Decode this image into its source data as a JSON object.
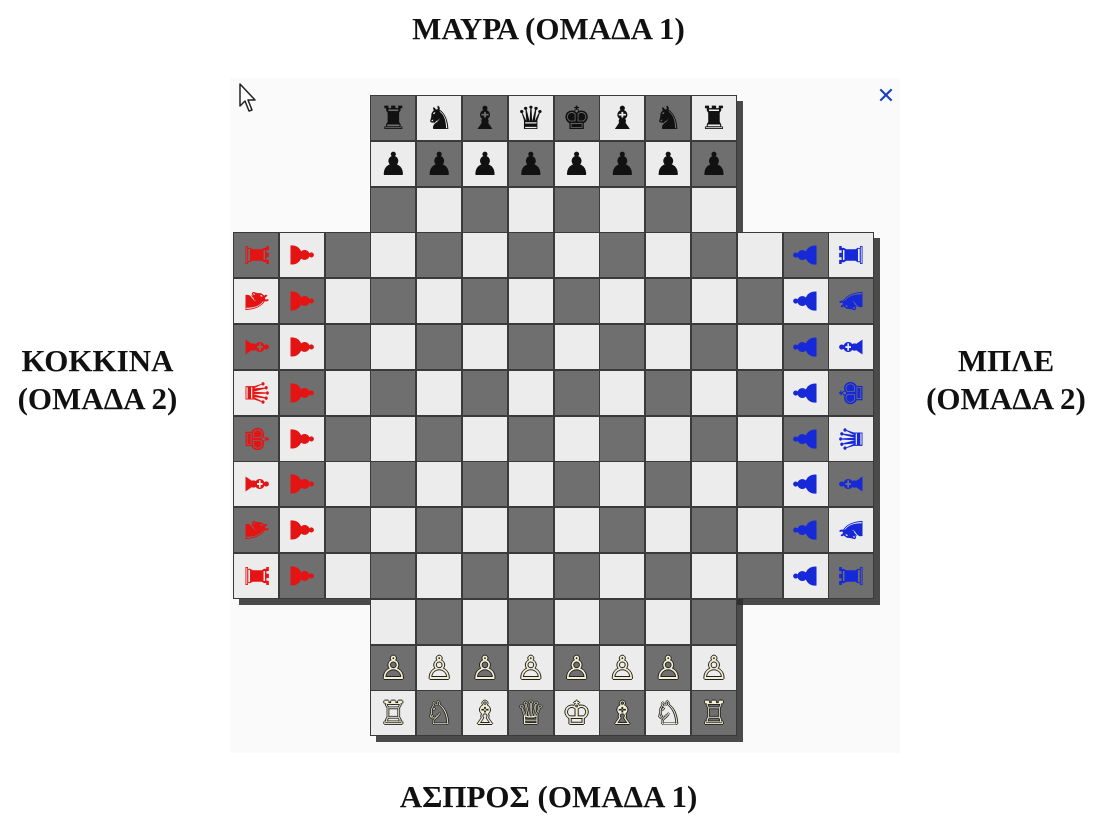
{
  "labels": {
    "top": "ΜΑΥΡΑ (ΟΜΑΔΑ 1)",
    "bottom": "ΑΣΠΡΟΣ (ΟΜΑΔΑ 1)",
    "left_line1": "ΚΟΚΚΙΝΑ",
    "left_line2": "(ΟΜΑΔΑ 2)",
    "right_line1": "ΜΠΛΕ",
    "right_line2": "(ΟΜΑΔΑ 2)"
  },
  "board": {
    "ranks": 14,
    "files": 14,
    "removed_corners": 3,
    "light_color": "#ececec",
    "dark_color": "#6f6f6f"
  },
  "pieces": {
    "black": {
      "color": "#111111",
      "back_rank": [
        "rook",
        "knight",
        "bishop",
        "queen",
        "king",
        "bishop",
        "knight",
        "rook"
      ],
      "pawn_rank": [
        "pawn",
        "pawn",
        "pawn",
        "pawn",
        "pawn",
        "pawn",
        "pawn",
        "pawn"
      ]
    },
    "white": {
      "color": "#f3efd0",
      "pawn_rank": [
        "pawn",
        "pawn",
        "pawn",
        "pawn",
        "pawn",
        "pawn",
        "pawn",
        "pawn"
      ],
      "back_rank": [
        "rook",
        "knight",
        "bishop",
        "queen",
        "king",
        "bishop",
        "knight",
        "rook"
      ]
    },
    "red": {
      "color": "#e41414",
      "back_file": [
        "rook",
        "knight",
        "bishop",
        "queen",
        "king",
        "bishop",
        "knight",
        "rook"
      ],
      "pawn_file": [
        "pawn",
        "pawn",
        "pawn",
        "pawn",
        "pawn",
        "pawn",
        "pawn",
        "pawn"
      ]
    },
    "blue": {
      "color": "#1728d8",
      "pawn_file": [
        "pawn",
        "pawn",
        "pawn",
        "pawn",
        "pawn",
        "pawn",
        "pawn",
        "pawn"
      ],
      "back_file": [
        "rook",
        "knight",
        "bishop",
        "king",
        "queen",
        "bishop",
        "knight",
        "rook"
      ]
    }
  },
  "icons": {
    "cursor": "mouse-pointer-icon",
    "close": "close-icon"
  }
}
